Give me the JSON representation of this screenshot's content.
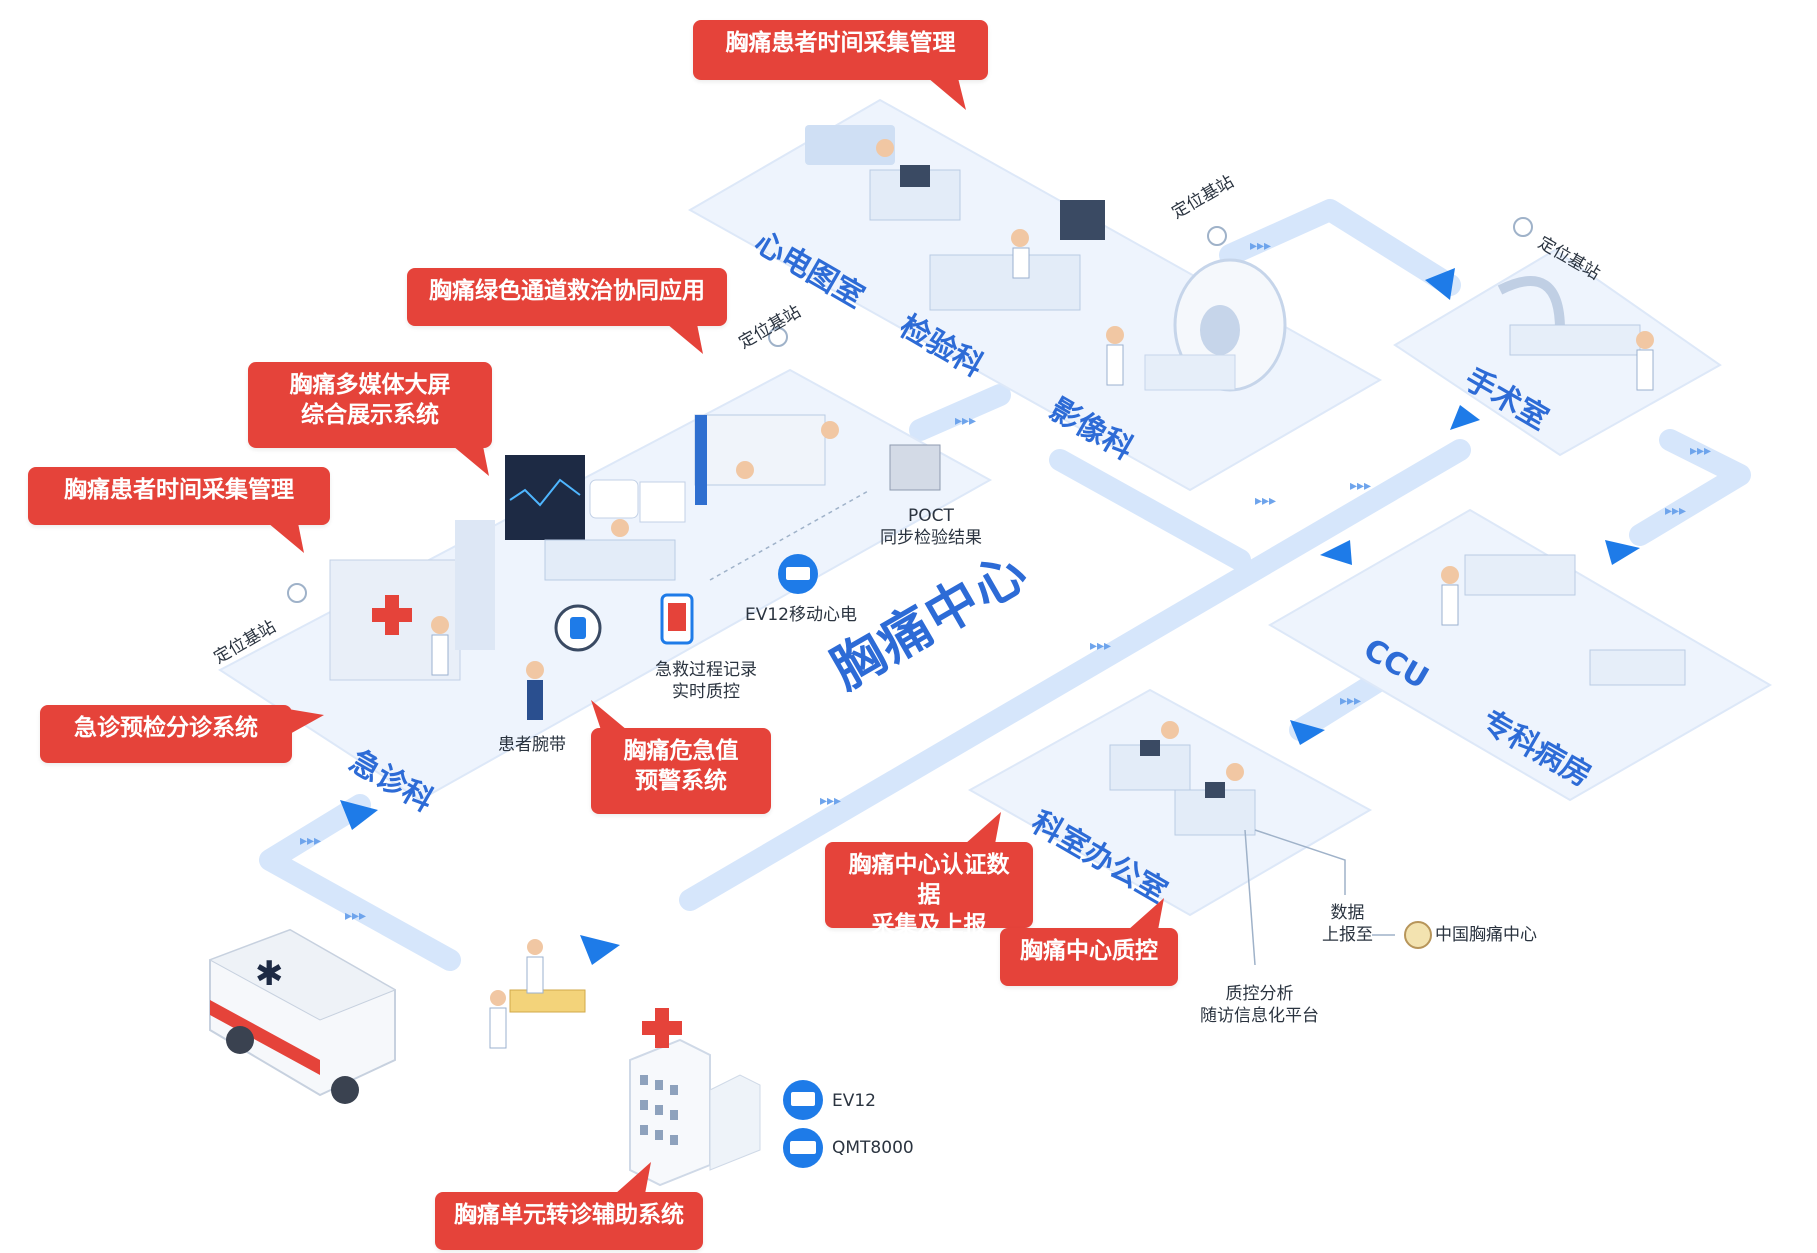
{
  "diagram_title": "胸痛中心",
  "callouts": {
    "time_collection_top": "胸痛患者时间采集管理",
    "green_channel": "胸痛绿色通道救治协同应用",
    "multimedia_line1": "胸痛多媒体大屏",
    "multimedia_line2": "综合展示系统",
    "time_collection_left": "胸痛患者时间采集管理",
    "triage": "急诊预检分诊系统",
    "critical_line1": "胸痛危急值",
    "critical_line2": "预警系统",
    "certification_line1": "胸痛中心认证数据",
    "certification_line2": "采集及上报",
    "quality_control": "胸痛中心质控",
    "referral": "胸痛单元转诊辅助系统"
  },
  "zones": {
    "ecg_room": "心电图室",
    "lab": "检验科",
    "imaging": "影像科",
    "surgery": "手术室",
    "emergency": "急诊科",
    "ccu": "CCU",
    "ward": "专科病房",
    "office": "科室办公室"
  },
  "labels": {
    "beacon": "定位基站",
    "poct_line1": "POCT",
    "poct_line2": "同步检验结果",
    "ev12_mobile": "EV12移动心电",
    "rescue_line1": "急救过程记录",
    "rescue_line2": "实时质控",
    "wristband": "患者腕带",
    "report_line1": "数据",
    "report_line2": "上报至",
    "china_center": "中国胸痛中心",
    "qc_line1": "质控分析",
    "qc_line2": "随访信息化平台",
    "device_ev12": "EV12",
    "device_qmt": "QMT8000"
  },
  "colors": {
    "callout_red": "#e5433a",
    "zone_blue": "#2d6bd6",
    "track_blue": "#d6e6fb",
    "arrow_blue": "#1e7be8",
    "slab_fill": "#eef4fd"
  },
  "icons": [
    "ambulance-icon",
    "hospital-icon",
    "ecg-device-icon",
    "monitor-device-icon",
    "beacon-icon",
    "wristband-icon",
    "phone-icon",
    "emblem-icon"
  ]
}
